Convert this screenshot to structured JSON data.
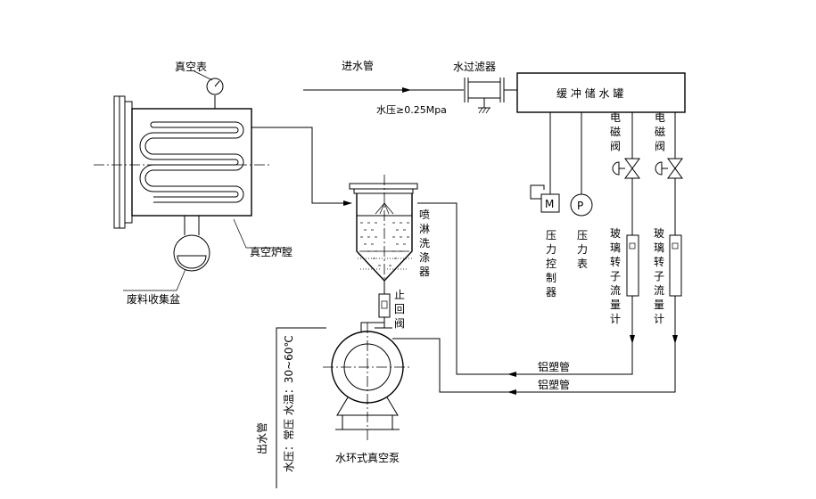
{
  "labels": {
    "vacuum_gauge": "真空表",
    "water_inlet_pipe": "进水管",
    "water_filter": "水过滤器",
    "buffer_tank": "缓 冲 储 水 罐",
    "water_pressure": "水压≥0.25Mpa",
    "solenoid_valve_1": "电磁阀",
    "solenoid_valve_2": "电磁阀",
    "pressure_controller": "压力控制器",
    "pressure_gauge": "压力表",
    "rotameter_1": "玻璃转子流量计",
    "rotameter_2": "玻璃转子流量计",
    "spray_washer": "喷淋洗涤器",
    "vacuum_chamber": "真空炉膛",
    "waste_basin": "废料收集盆",
    "check_valve": "止回阀",
    "pipe_1": "铝塑管",
    "pipe_2": "铝塑管",
    "water_outlet_pipe": "出水管",
    "outlet_condition": "水压：常压  水温：30~60℃",
    "pump": "水环式真空泵",
    "symbol_m": "M",
    "symbol_p": "P"
  }
}
